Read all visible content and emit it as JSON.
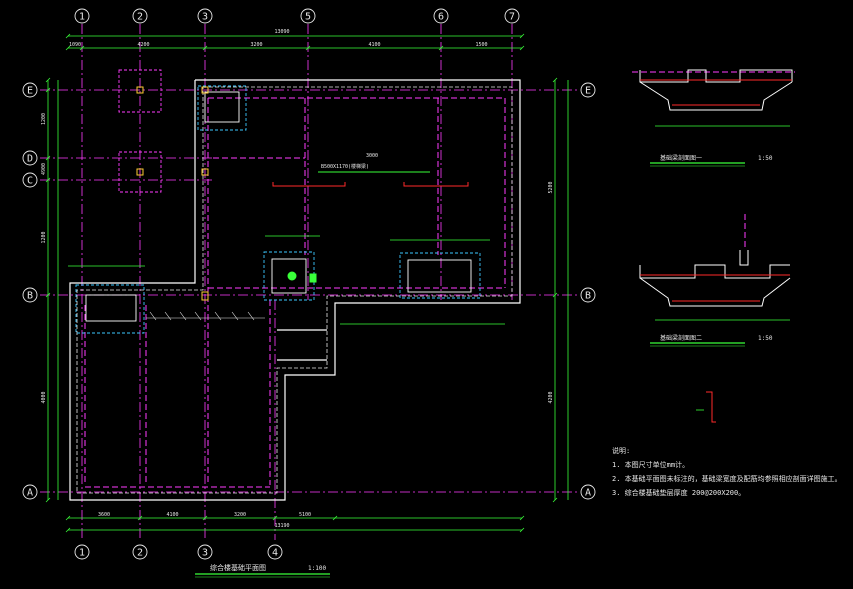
{
  "colors": {
    "background": "#000000",
    "axis_line": "#ff3cff",
    "wall_outline": "#ffffff",
    "dimension": "#39ff39",
    "hidden_line": "#3cc8ff",
    "beam": "#ff2a2a",
    "text": "#e8e8e8",
    "marker": "#ffcc33"
  },
  "grid_axes": {
    "columns": [
      "1",
      "2",
      "3",
      "5",
      "6",
      "7"
    ],
    "columns_bottom": [
      "1",
      "2",
      "3",
      "4"
    ],
    "rows": [
      "E",
      "D",
      "C",
      "B",
      "A"
    ]
  },
  "plan": {
    "dim_top_total": "13090",
    "dim_top_segments": [
      "1090",
      "4200",
      "3200",
      "4100",
      "1500"
    ],
    "dim_bottom_segments": [
      "3600",
      "4100",
      "3200",
      "5100"
    ],
    "dim_bottom_total": "13190",
    "dim_left": [
      "1200",
      "4900",
      "1200",
      "4000"
    ],
    "dim_right": [
      "5200",
      "4200"
    ],
    "beam_label": "B500X1170(楼梯梁)",
    "beam_dim": "3000",
    "title": "综合楼基础平面图",
    "scale": "1:100"
  },
  "sections": [
    {
      "title": "基础梁剖面图一",
      "scale": "1:50"
    },
    {
      "title": "基础梁剖面图二",
      "scale": "1:50"
    }
  ],
  "notes": {
    "heading": "说明:",
    "items": [
      "1. 本图尺寸单位mm计。",
      "2. 本基础平面图未标注的，基础梁宽度及配筋均参照相应剖面详图施工。",
      "3. 综合楼基础垫层厚度 200@200X200。"
    ]
  }
}
